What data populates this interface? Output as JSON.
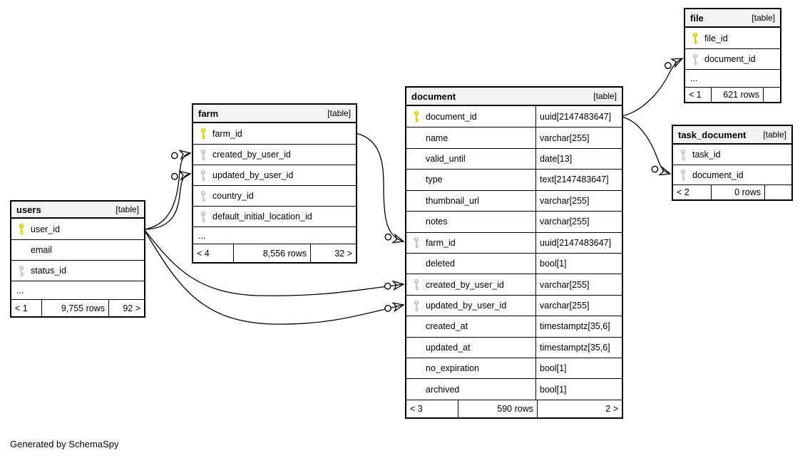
{
  "diagram": {
    "footer_note": "Generated by SchemaSpy",
    "colors": {
      "primary_key": "#d6d60a",
      "foreign_key": "#c9c9c9",
      "header_bg": "#f3f3f3",
      "border": "#000000"
    },
    "tables": [
      {
        "name": "users",
        "tag": "[table]",
        "columns": [
          {
            "name": "user_id",
            "key": "primary"
          },
          {
            "name": "email",
            "key": "none"
          },
          {
            "name": "status_id",
            "key": "foreign"
          },
          {
            "name": "...",
            "key": "none",
            "ellipsis": true
          }
        ],
        "footer": {
          "related_in": "< 1",
          "rows": "9,755 rows",
          "related_out": "92 >"
        }
      },
      {
        "name": "farm",
        "tag": "[table]",
        "columns": [
          {
            "name": "farm_id",
            "key": "primary"
          },
          {
            "name": "created_by_user_id",
            "key": "foreign"
          },
          {
            "name": "updated_by_user_id",
            "key": "foreign"
          },
          {
            "name": "country_id",
            "key": "foreign"
          },
          {
            "name": "default_initial_location_id",
            "key": "foreign"
          },
          {
            "name": "...",
            "key": "none",
            "ellipsis": true
          }
        ],
        "footer": {
          "related_in": "< 4",
          "rows": "8,556 rows",
          "related_out": "32 >"
        }
      },
      {
        "name": "document",
        "tag": "[table]",
        "columns": [
          {
            "name": "document_id",
            "key": "primary",
            "type": "uuid[2147483647]"
          },
          {
            "name": "name",
            "key": "none",
            "type": "varchar[255]"
          },
          {
            "name": "valid_until",
            "key": "none",
            "type": "date[13]"
          },
          {
            "name": "type",
            "key": "none",
            "type": "text[2147483647]"
          },
          {
            "name": "thumbnail_url",
            "key": "none",
            "type": "varchar[255]"
          },
          {
            "name": "notes",
            "key": "none",
            "type": "varchar[255]"
          },
          {
            "name": "farm_id",
            "key": "foreign",
            "type": "uuid[2147483647]"
          },
          {
            "name": "deleted",
            "key": "none",
            "type": "bool[1]"
          },
          {
            "name": "created_by_user_id",
            "key": "foreign",
            "type": "varchar[255]"
          },
          {
            "name": "updated_by_user_id",
            "key": "foreign",
            "type": "varchar[255]"
          },
          {
            "name": "created_at",
            "key": "none",
            "type": "timestamptz[35,6]"
          },
          {
            "name": "updated_at",
            "key": "none",
            "type": "timestamptz[35,6]"
          },
          {
            "name": "no_expiration",
            "key": "none",
            "type": "bool[1]"
          },
          {
            "name": "archived",
            "key": "none",
            "type": "bool[1]"
          }
        ],
        "footer": {
          "related_in": "< 3",
          "rows": "590 rows",
          "related_out": "2 >"
        }
      },
      {
        "name": "file",
        "tag": "[table]",
        "columns": [
          {
            "name": "file_id",
            "key": "primary"
          },
          {
            "name": "document_id",
            "key": "foreign"
          },
          {
            "name": "...",
            "key": "none",
            "ellipsis": true
          }
        ],
        "footer": {
          "related_in": "< 1",
          "rows": "621 rows",
          "related_out": ""
        }
      },
      {
        "name": "task_document",
        "tag": "[table]",
        "columns": [
          {
            "name": "task_id",
            "key": "foreign"
          },
          {
            "name": "document_id",
            "key": "foreign"
          }
        ],
        "footer": {
          "related_in": "< 2",
          "rows": "0 rows",
          "related_out": ""
        }
      }
    ],
    "relationships": [
      {
        "from": "users.user_id",
        "to": "farm.created_by_user_id"
      },
      {
        "from": "users.user_id",
        "to": "farm.updated_by_user_id"
      },
      {
        "from": "users.user_id",
        "to": "document.created_by_user_id"
      },
      {
        "from": "users.user_id",
        "to": "document.updated_by_user_id"
      },
      {
        "from": "farm.farm_id",
        "to": "document.farm_id"
      },
      {
        "from": "document.document_id",
        "to": "file.document_id"
      },
      {
        "from": "document.document_id",
        "to": "task_document.document_id"
      }
    ]
  }
}
